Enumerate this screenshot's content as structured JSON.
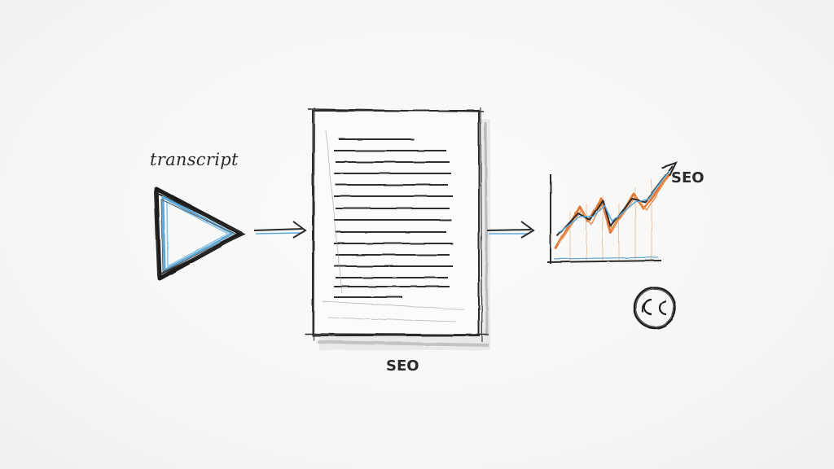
{
  "diagram": {
    "input_label": "transcript",
    "document_label": "SEO",
    "chart_label": "SEO",
    "icons": {
      "input": "play-icon",
      "document": "document-icon",
      "chart": "growth-chart-icon",
      "badge": "cc-badge-icon"
    },
    "colors": {
      "ink": "#2a2a2a",
      "blue": "#5fa8d6",
      "orange": "#e07b39"
    }
  }
}
